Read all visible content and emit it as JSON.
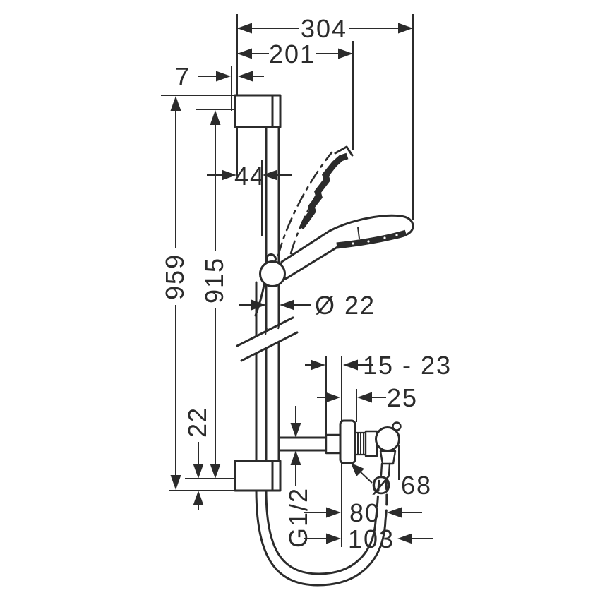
{
  "title": "Shower set technical dimension drawing",
  "colors": {
    "line": "#2b2b2b",
    "background": "#ffffff"
  },
  "dims": {
    "overall_width": "304",
    "head_width": "201",
    "wall_gap": "7",
    "rail_offset": "44",
    "overall_height": "959",
    "bar_height": "915",
    "rail_diameter": "Ø 22",
    "end_offset": "22",
    "adjust_depth": "15 - 23",
    "plate_depth": "25",
    "escutcheon_diameter": "Ø 68",
    "hose_offset_near": "80",
    "hose_offset_far": "103",
    "thread": "G1/2"
  }
}
